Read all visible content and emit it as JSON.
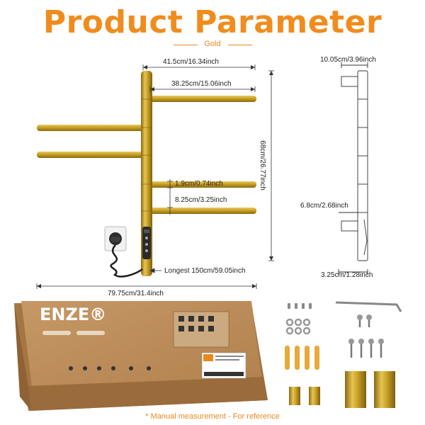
{
  "header": {
    "title": "Product Parameter",
    "subtitle": "Gold"
  },
  "dimensions": {
    "overall_width_top": "41.5cm/16.34inch",
    "bar_length": "38.25cm/15.06inch",
    "height": "68cm/26.77inch",
    "bar_diameter": "1.9cm/0.74inch",
    "bar_spacing": "8.25cm/3.25inch",
    "cord_length": "Longest 150cm/59.05inch",
    "overall_width_bottom": "79.75cm/31.4inch",
    "side_depth_top": "10.05cm/3.96inch",
    "side_bracket_spacing": "6.8cm/2.68inch",
    "side_depth_bottom": "3.25cm/1.28inch"
  },
  "box": {
    "brand": "ENZE®"
  },
  "footer": {
    "note": "* Manual measurement - For reference"
  },
  "colors": {
    "accent": "#f08c1e",
    "gold": "#c9a227",
    "box": "#b8895a"
  }
}
